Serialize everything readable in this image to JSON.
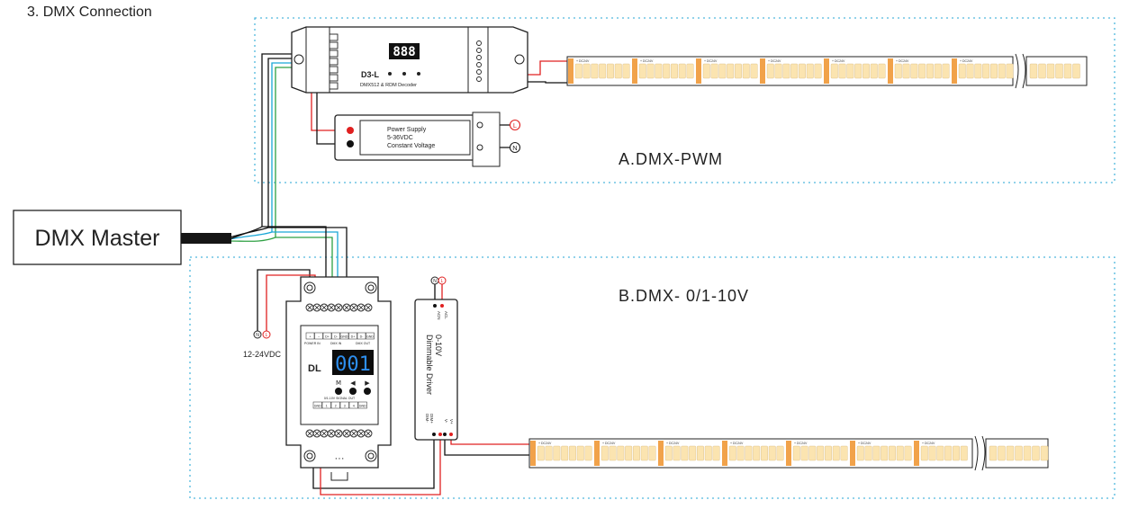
{
  "title": "3. DMX Connection",
  "dmx_master": {
    "label": "DMX Master"
  },
  "section_a": {
    "label": "A.DMX-PWM",
    "decoder": {
      "model": "D3-L",
      "subtitle": "DMX512 & RDM Decoder",
      "display": "888"
    },
    "power_supply": {
      "line1": "Power Supply",
      "line2": "5-36VDC",
      "line3": "Constant Voltage"
    },
    "live_symbol": "L",
    "neutral_symbol": "N",
    "strip_label": "DC24V"
  },
  "section_b": {
    "label": "B.DMX- 0/1-10V",
    "decoder": {
      "model": "DL",
      "display": "001",
      "button_labels": [
        "M",
        "◀",
        "▶"
      ],
      "top_terminals": [
        "+",
        "−",
        "D+",
        "D-",
        "GND",
        "D+",
        "D-",
        "GND"
      ],
      "top_caption_1": "POWER IN",
      "top_caption_2": "DMX IN",
      "top_caption_3": "DMX OUT",
      "bottom_caption": "0/1-10V SIGNAL OUT",
      "bottom_terminals": [
        "GND",
        "1",
        "2",
        "3",
        "4",
        "GND"
      ]
    },
    "power_input": "12-24VDC",
    "driver": {
      "title_line1": "0-10V",
      "title_line2": "Dimmable Driver",
      "ac_l": "ACL",
      "ac_n": "ACN",
      "dim_plus": "DIM+",
      "dim_minus": "DIM-",
      "v_plus": "V+",
      "v_minus": "V-"
    },
    "strip_label": "DC24V"
  },
  "colors": {
    "red": "#e02020",
    "cyan": "#19a6d6",
    "green": "#2ea043",
    "black": "#111111",
    "led": "#fbe4b0",
    "pad": "#f1a24a"
  }
}
